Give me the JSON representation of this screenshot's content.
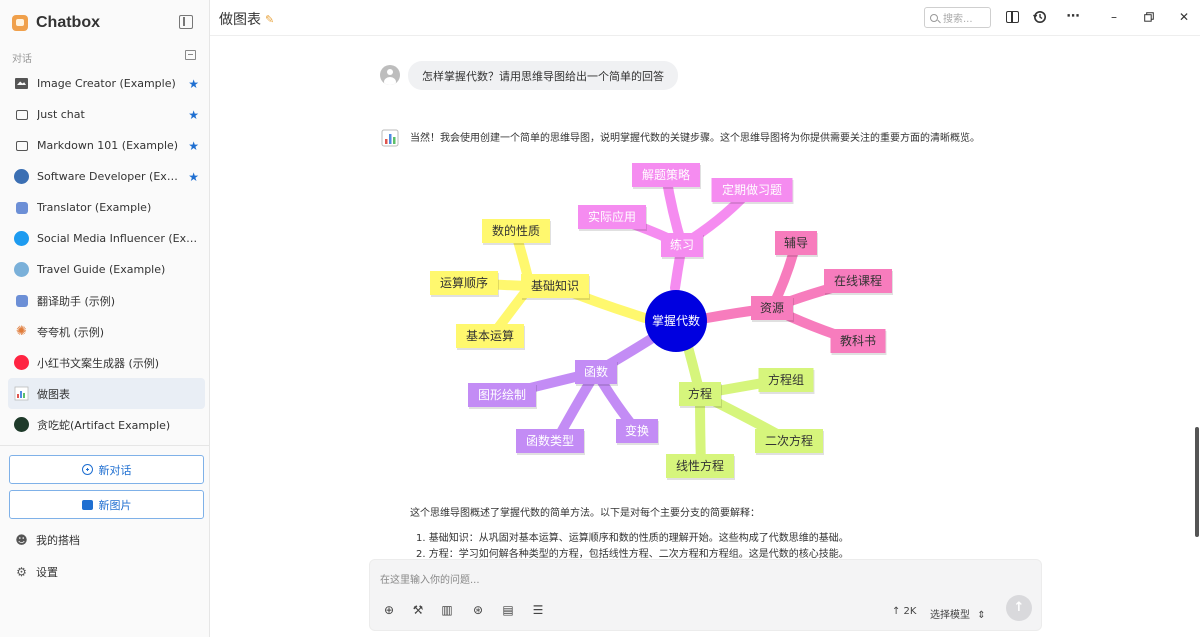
{
  "app": {
    "name": "Chatbox"
  },
  "sidebar": {
    "section_label": "对话",
    "conversations": [
      {
        "label": "Image Creator (Example)",
        "icon": "image-icon",
        "starred": true
      },
      {
        "label": "Just chat",
        "icon": "chat-bubble-icon",
        "starred": true
      },
      {
        "label": "Markdown 101 (Example)",
        "icon": "chat-bubble-icon",
        "starred": true
      },
      {
        "label": "Software Developer (Exam…",
        "icon": "developer-avatar",
        "starred": true
      },
      {
        "label": "Translator (Example)",
        "icon": "translator-avatar",
        "starred": false
      },
      {
        "label": "Social Media Influencer (Example)",
        "icon": "twitter-avatar",
        "starred": false
      },
      {
        "label": "Travel Guide (Example)",
        "icon": "globe-avatar",
        "starred": false
      },
      {
        "label": "翻译助手 (示例)",
        "icon": "translator-avatar",
        "starred": false
      },
      {
        "label": "夸夸机 (示例)",
        "icon": "sparkle-avatar",
        "starred": false
      },
      {
        "label": "小红书文案生成器 (示例)",
        "icon": "xiaohongshu-avatar",
        "starred": false
      },
      {
        "label": "做图表",
        "icon": "chart-avatar",
        "starred": false,
        "active": true
      },
      {
        "label": "贪吃蛇(Artifact Example)",
        "icon": "snake-avatar",
        "starred": false
      }
    ],
    "new_chat_label": "新对话",
    "new_image_label": "新图片",
    "my_copilots_label": "我的搭档",
    "settings_label": "设置"
  },
  "header": {
    "title": "做图表",
    "search_placeholder": "搜索..."
  },
  "chat": {
    "user_message": "怎样掌握代数？请用思维导图给出一个简单的回答",
    "assistant_intro": "当然！我会使用创建一个简单的思维导图，说明掌握代数的关键步骤。这个思维导图将为你提供需要关注的重要方面的清晰概览。",
    "mindmap": {
      "center": "掌握代数",
      "branches": {
        "basics": {
          "label": "基础知识",
          "children": [
            "数的性质",
            "运算顺序",
            "基本运算"
          ]
        },
        "practice": {
          "label": "练习",
          "children": [
            "解题策略",
            "定期做习题",
            "实际应用"
          ]
        },
        "resources": {
          "label": "资源",
          "children": [
            "辅导",
            "在线课程",
            "教科书"
          ]
        },
        "equations": {
          "label": "方程",
          "children": [
            "方程组",
            "二次方程",
            "线性方程"
          ]
        },
        "functions": {
          "label": "函数",
          "children": [
            "图形绘制",
            "函数类型",
            "变换"
          ]
        }
      }
    },
    "summary": "这个思维导图概述了掌握代数的简单方法。以下是对每个主要分支的简要解释：",
    "list": [
      "1. 基础知识：从巩固对基本运算、运算顺序和数的性质的理解开始。这些构成了代数思维的基础。",
      "2. 方程：学习如何解各种类型的方程，包括线性方程、二次方程和方程组。这是代数的核心技能。"
    ]
  },
  "input": {
    "placeholder": "在这里输入你的问题...",
    "token_count": "↑ 2K",
    "model_label": "选择模型"
  },
  "colors": {
    "accent": "#1f6fd1",
    "center_node": "#0000e0",
    "basics": "#fff86e",
    "practice": "#f58cf0",
    "resources": "#f77cbd",
    "equations": "#d6f57c",
    "functions": "#c38cf5"
  }
}
